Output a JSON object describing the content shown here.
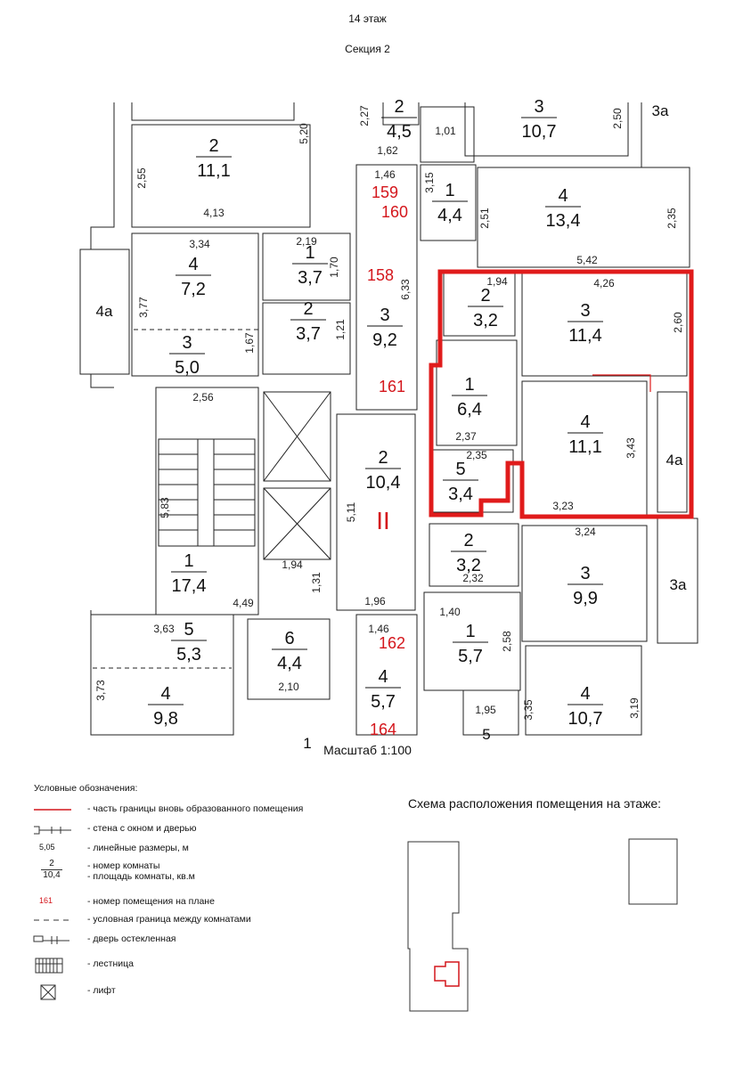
{
  "header": {
    "floor": "14 этаж",
    "section": "Секция 2"
  },
  "scale_label": "Масштаб 1:100",
  "section_marker": "II",
  "colors": {
    "walls": "#222222",
    "highlight": "#e01b1b",
    "dim": "#333333"
  },
  "rooms": [
    {
      "id": "r-top-2",
      "num": "2",
      "area": "11,1"
    },
    {
      "id": "r-top-left-4",
      "num": "4",
      "area": "7,2"
    },
    {
      "id": "r-left-4a",
      "num": "4а",
      "area": ""
    },
    {
      "id": "r-left-3",
      "num": "3",
      "area": "5,0"
    },
    {
      "id": "r-small-1",
      "num": "1",
      "area": "3,7"
    },
    {
      "id": "r-small-2",
      "num": "2",
      "area": "3,7"
    },
    {
      "id": "r-corr-3",
      "num": "3",
      "area": "9,2"
    },
    {
      "id": "r-top-2-45",
      "num": "2",
      "area": "4,5"
    },
    {
      "id": "r-top-1-44",
      "num": "1",
      "area": "4,4"
    },
    {
      "id": "r-top-3",
      "num": "3",
      "area": "10,7"
    },
    {
      "id": "r-top-3a",
      "num": "3а",
      "area": ""
    },
    {
      "id": "r-top-4",
      "num": "4",
      "area": "13,4"
    },
    {
      "id": "r-apt-2",
      "num": "2",
      "area": "3,2"
    },
    {
      "id": "r-apt-3",
      "num": "3",
      "area": "11,4"
    },
    {
      "id": "r-apt-1",
      "num": "1",
      "area": "6,4"
    },
    {
      "id": "r-apt-4",
      "num": "4",
      "area": "11,1"
    },
    {
      "id": "r-apt-4a",
      "num": "4а",
      "area": ""
    },
    {
      "id": "r-apt-5",
      "num": "5",
      "area": "3,4"
    },
    {
      "id": "r-hall-2",
      "num": "2",
      "area": "10,4"
    },
    {
      "id": "r-stair-1",
      "num": "1",
      "area": "17,4"
    },
    {
      "id": "r-mid-2",
      "num": "2",
      "area": "3,2"
    },
    {
      "id": "r-mid-3",
      "num": "3",
      "area": "9,9"
    },
    {
      "id": "r-mid-3a",
      "num": "3а",
      "area": ""
    },
    {
      "id": "r-mid-1",
      "num": "1",
      "area": "5,7"
    },
    {
      "id": "r-bot-5",
      "num": "5",
      "area": "5,3"
    },
    {
      "id": "r-bot-6",
      "num": "6",
      "area": "4,4"
    },
    {
      "id": "r-bot-4",
      "num": "4",
      "area": "9,8"
    },
    {
      "id": "r-bot-4b",
      "num": "4",
      "area": "5,7"
    },
    {
      "id": "r-bot-4c",
      "num": "4",
      "area": "10,7"
    },
    {
      "id": "r-bot-5b",
      "num": "5",
      "area": ""
    },
    {
      "id": "r-bot-1",
      "num": "1",
      "area": ""
    }
  ],
  "premise_numbers": [
    "159",
    "160",
    "158",
    "161",
    "162",
    "164"
  ],
  "dimensions": [
    "5,20",
    "2,27",
    "2,50",
    "2,55",
    "4,13",
    "1,62",
    "1,01",
    "1,46",
    "3,15",
    "2,51",
    "2,35",
    "3,34",
    "2,19",
    "1,70",
    "5,42",
    "6,33",
    "3,77",
    "1,94",
    "4,26",
    "1,67",
    "1,21",
    "2,60",
    "2,56",
    "2,37",
    "2,35",
    "3,43",
    "5,83",
    "5,11",
    "3,23",
    "3,24",
    "1,94",
    "1,31",
    "2,32",
    "4,49",
    "1,96",
    "1,40",
    "3,63",
    "1,46",
    "2,58",
    "3,73",
    "2,10",
    "1,95",
    "3,35",
    "3,19"
  ],
  "legend": {
    "title": "Условные обозначения:",
    "items": [
      {
        "symbol": "red-line",
        "text": "- часть границы вновь образованного помещения"
      },
      {
        "symbol": "wall-window",
        "text": "- стена с окном и дверью"
      },
      {
        "symbol": "dim",
        "sample": "5,05",
        "text": "- линейные размеры, м"
      },
      {
        "symbol": "room-frac",
        "num": "2",
        "area": "10,4",
        "text": "- номер комнаты",
        "text2": "- площадь комнаты, кв.м"
      },
      {
        "symbol": "premise",
        "sample": "161",
        "text": "- номер помещения на плане"
      },
      {
        "symbol": "dash",
        "text": "- условная граница между комнатами"
      },
      {
        "symbol": "glass-door",
        "text": "- дверь остекленная"
      },
      {
        "symbol": "stairs",
        "text": "- лестница"
      },
      {
        "symbol": "lift",
        "text": "- лифт"
      }
    ]
  },
  "scheme_title": "Схема расположения помещения на этаже:"
}
